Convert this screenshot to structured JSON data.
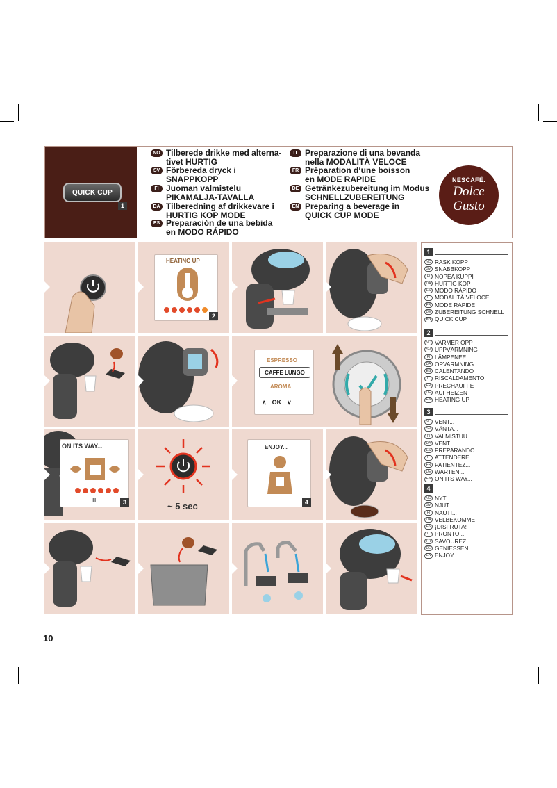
{
  "header": {
    "quick_cup_button": "QUICK CUP",
    "step_badge": "1",
    "lang_left": [
      {
        "code": "NO",
        "text": "Tilberede drikke med alterna-\ntivet HURTIG"
      },
      {
        "code": "SV",
        "text": "Förbereda dryck i\nSNAPPKOPP"
      },
      {
        "code": "FI",
        "text": "Juoman valmistelu\nPIKAMALJA-TAVALLA"
      },
      {
        "code": "DA",
        "text": "Tilberedning af drikkevare i\nHURTIG KOP MODE"
      },
      {
        "code": "ES",
        "text": "Preparación de una bebida\nen MODO RÁPIDO"
      }
    ],
    "lang_right": [
      {
        "code": "IT",
        "text": "Preparazione di una bevanda\nnella MODALITÀ VELOCE"
      },
      {
        "code": "FR",
        "text": "Préparation d‘une boisson\nen MODE RAPIDE"
      },
      {
        "code": "DE",
        "text": "Getränkezubereitung im Modus\nSCHNELLZUBEREITUNG"
      },
      {
        "code": "EN",
        "text": "Preparing a beverage in\nQUICK CUP MODE"
      }
    ],
    "logo_brand": "NESCAFÉ.",
    "logo_line1": "Dolce",
    "logo_line2": "Gusto"
  },
  "panels": {
    "heating_up": "HEATING UP",
    "badge_2": "2",
    "menu_espresso": "ESPRESSO",
    "menu_caffe_lungo": "CAFFE LUNGO",
    "menu_aroma": "AROMA",
    "menu_ok": "OK",
    "on_its_way": "ON ITS WAY...",
    "badge_3": "3",
    "wait_time": "~ 5 sec",
    "enjoy": "ENJOY...",
    "badge_4": "4"
  },
  "legend": [
    {
      "num": "1",
      "rows": [
        {
          "code": "NO",
          "text": "RASK KOPP"
        },
        {
          "code": "SV",
          "text": "SNABBKOPP"
        },
        {
          "code": "FI",
          "text": "NOPEA KUPPI"
        },
        {
          "code": "DA",
          "text": "HURTIG KOP"
        },
        {
          "code": "ES",
          "text": "MODO RÁPIDO"
        },
        {
          "code": "IT",
          "text": "MODALITÀ VELOCE"
        },
        {
          "code": "FR",
          "text": "MODE RAPIDE"
        },
        {
          "code": "DE",
          "text": "ZUBEREITUNG SCHNELL"
        },
        {
          "code": "EN",
          "text": "QUICK CUP"
        }
      ]
    },
    {
      "num": "2",
      "rows": [
        {
          "code": "NO",
          "text": "VARMER OPP"
        },
        {
          "code": "SV",
          "text": "UPPVÄRMNING"
        },
        {
          "code": "FI",
          "text": "LÄMPENEE"
        },
        {
          "code": "DA",
          "text": "OPVARMNING"
        },
        {
          "code": "ES",
          "text": "CALENTANDO"
        },
        {
          "code": "IT",
          "text": "RISCALDAMENTO"
        },
        {
          "code": "FR",
          "text": "PRECHAUFFE"
        },
        {
          "code": "DE",
          "text": "AUFHEIZEN"
        },
        {
          "code": "EN",
          "text": "HEATING UP"
        }
      ]
    },
    {
      "num": "3",
      "rows": [
        {
          "code": "NO",
          "text": "VENT..."
        },
        {
          "code": "SV",
          "text": "VÄNTA..."
        },
        {
          "code": "FI",
          "text": "VALMISTUU.."
        },
        {
          "code": "DA",
          "text": "VENT..."
        },
        {
          "code": "ES",
          "text": "PREPARANDO..."
        },
        {
          "code": "IT",
          "text": "ATTENDERE..."
        },
        {
          "code": "FR",
          "text": "PATIENTEZ..."
        },
        {
          "code": "DE",
          "text": "WARTEN..."
        },
        {
          "code": "EN",
          "text": "ON ITS WAY..."
        }
      ]
    },
    {
      "num": "4",
      "rows": [
        {
          "code": "NO",
          "text": "NYT..."
        },
        {
          "code": "SV",
          "text": "NJUT..."
        },
        {
          "code": "FI",
          "text": "NAUTI..."
        },
        {
          "code": "DA",
          "text": "VELBEKOMME"
        },
        {
          "code": "ES",
          "text": "¡DISFRUTA!"
        },
        {
          "code": "IT",
          "text": "PRONTO..."
        },
        {
          "code": "FR",
          "text": "SAVOUREZ..."
        },
        {
          "code": "DE",
          "text": "GENIESSEN..."
        },
        {
          "code": "EN",
          "text": "ENJOY..."
        }
      ]
    }
  ],
  "page_number": "10"
}
